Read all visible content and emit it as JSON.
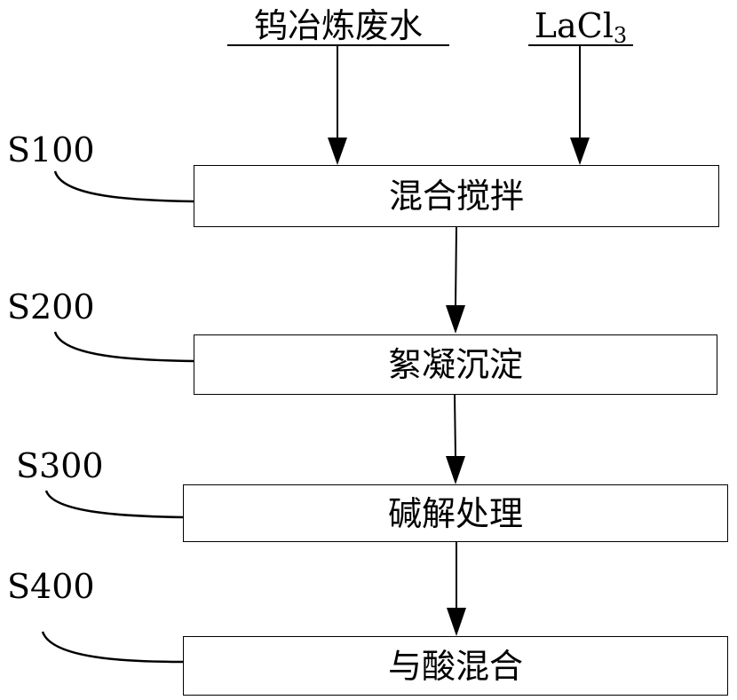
{
  "inputs": {
    "left": {
      "text": "钨冶炼废水"
    },
    "right": {
      "main": "LaCl",
      "sub": "3"
    }
  },
  "steps": [
    {
      "id": "S100",
      "text": "混合搅拌"
    },
    {
      "id": "S200",
      "text": "絮凝沉淀"
    },
    {
      "id": "S300",
      "text": "碱解处理"
    },
    {
      "id": "S400",
      "text": "与酸混合"
    }
  ]
}
